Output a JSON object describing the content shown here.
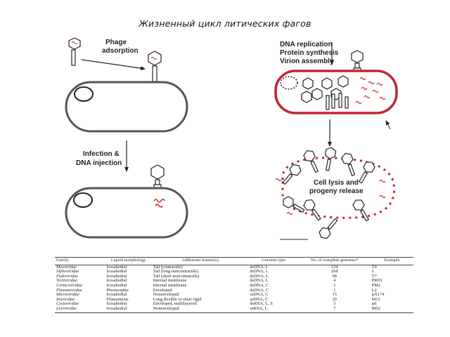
{
  "title": "Жизненный цикл литических фагов",
  "labels": {
    "adsorption": [
      "Phage",
      "adsorption"
    ],
    "injection": [
      "Infection &",
      "DNA injection"
    ],
    "replication": [
      "DNA replication",
      "Protein synthesis",
      "Virion assembly"
    ],
    "lysis": [
      "Cell lysis and",
      "progeny release"
    ]
  },
  "colors": {
    "host_cell": "#444444",
    "infected_cell": "#c1272d",
    "phage_dna": "#c1272d"
  },
  "table": {
    "headers": [
      "Family",
      "Capsid morphology",
      "Additional feature(s)",
      "Genome type",
      "No. of complete genomes*",
      "Example"
    ],
    "rows": [
      [
        "Myoviridae",
        "Icosahedral",
        "Tail (contractile)",
        "dsDNA, L",
        "134",
        "T4"
      ],
      [
        "Siphoviridae",
        "Icosahedral",
        "Tail (long noncontractile)",
        "dsDNA, L",
        "268",
        "λ"
      ],
      [
        "Podoviridae",
        "Icosahedral",
        "Tail (short noncontractile)",
        "dsDNA, L",
        "98",
        "T7"
      ],
      [
        "Tectiviridae",
        "Icosahedral",
        "Internal membrane",
        "dsDNA, L",
        "4",
        "PRD1"
      ],
      [
        "Corticoviridae",
        "Icosahedral",
        "Internal membrane",
        "dsDNA, C",
        "1",
        "PM2"
      ],
      [
        "Plasmaviridae",
        "Pleomorphic",
        "Enveloped",
        "dsDNA, C",
        "1",
        "L2"
      ],
      [
        "Microviridae",
        "Icosahedral",
        "Nonenveloped",
        "ssDNA, C",
        "15",
        "φX174"
      ],
      [
        "Inoviridae",
        "Filamentous",
        "Long flexible or short rigid",
        "ssDNA, C",
        "29",
        "M13"
      ],
      [
        "Cystoviridae",
        "Icosahedral",
        "Enveloped, multilayered",
        "dsRNA, L, S",
        "5",
        "φ6"
      ],
      [
        "Leviviridae",
        "Icosahedral",
        "Nonenveloped",
        "ssRNA, L",
        "7",
        "MS2"
      ]
    ]
  }
}
